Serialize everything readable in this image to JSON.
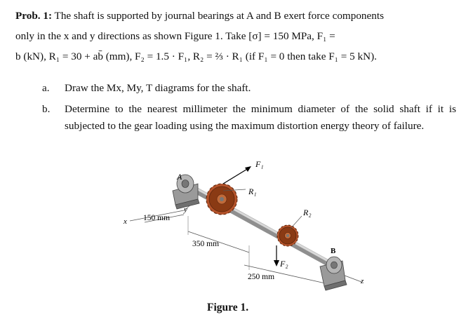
{
  "problem": {
    "label": "Prob. 1:",
    "line1": " The shaft is supported by journal bearings at A and B exert force components",
    "line2": "only in the x and y directions as shown Figure 1. Take [σ] = 150 MPa, F₁ =",
    "line3": "b (kN), R₁ = 30 + ab̄ (mm), F₂ = 1.5 · F₁, R₂ = ⅔ · R₁ (if F₁ = 0 then take F₁ = 5 kN)."
  },
  "tasks": [
    {
      "marker": "a.",
      "text": "Draw the Mx, My, T diagrams for the shaft."
    },
    {
      "marker": "b.",
      "text": "Determine to the nearest millimeter the minimum diameter of the solid shaft if it is subjected to the gear loading using the maximum distortion energy theory of failure."
    }
  ],
  "figure": {
    "labels": {
      "A": "A",
      "B": "B",
      "F1": "F₁",
      "F2": "F₂",
      "R1": "R₁",
      "R2": "R₂",
      "x": "x",
      "y": "y",
      "z": "z",
      "dim1": "150 mm",
      "dim2": "350 mm",
      "dim3": "250 mm"
    },
    "caption": "Figure 1.",
    "colors": {
      "gear": "#8a3a14",
      "gear_tooth": "#b4532a",
      "shaft": "#a9a9a9",
      "bearing": "#8c8c8c"
    }
  }
}
